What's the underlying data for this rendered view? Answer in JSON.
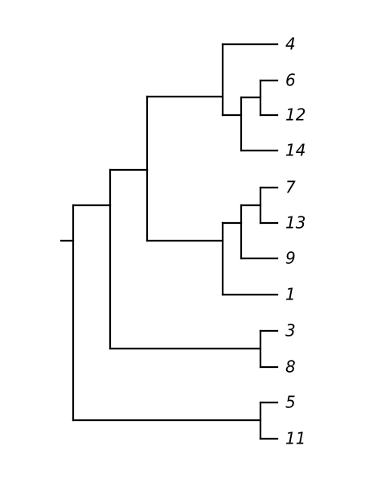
{
  "tree": {
    "leaves": [
      {
        "id": "L4",
        "label": "4"
      },
      {
        "id": "L6",
        "label": "6"
      },
      {
        "id": "L12",
        "label": "12"
      },
      {
        "id": "L14",
        "label": "14"
      },
      {
        "id": "L7",
        "label": "7"
      },
      {
        "id": "L13",
        "label": "13"
      },
      {
        "id": "L9",
        "label": "9"
      },
      {
        "id": "L1",
        "label": "1"
      },
      {
        "id": "L3",
        "label": "3"
      },
      {
        "id": "L8",
        "label": "8"
      },
      {
        "id": "L5",
        "label": "5"
      },
      {
        "id": "L11",
        "label": "11"
      }
    ],
    "topology": [
      [
        [
          [
            "4",
            [
              [
                "6",
                "12"
              ],
              "14"
            ]
          ],
          [
            [
              [
                [
                  "7",
                  "13"
                ],
                "9"
              ],
              "1"
            ]
          ]
        ],
        [
          "3",
          "8"
        ]
      ],
      [
        "5",
        "11"
      ]
    ]
  }
}
